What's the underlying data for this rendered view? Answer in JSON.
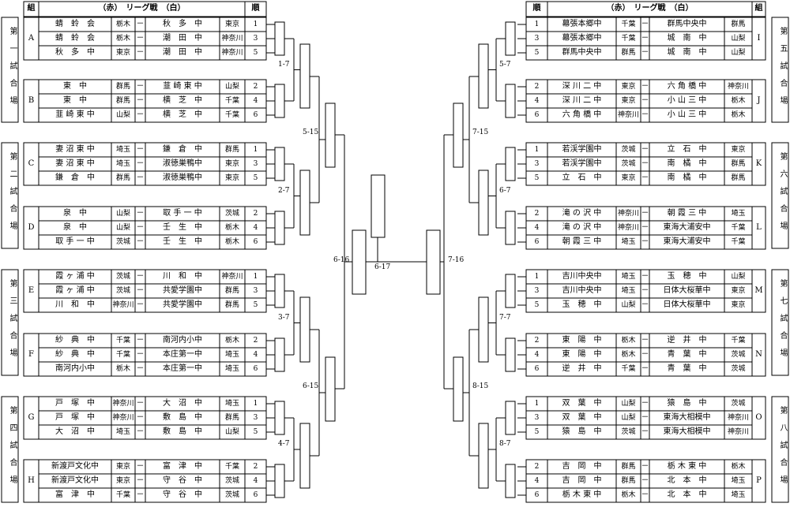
{
  "header": {
    "left": {
      "group": "組",
      "title": "（赤）　リーグ戦　（白）",
      "order": "順"
    },
    "right": {
      "group": "組",
      "title": "（赤）　リーグ戦　（白）",
      "order": "順"
    }
  },
  "venues": {
    "left": [
      "第一試合場",
      "第二試合場",
      "第三試合場",
      "第四試合場"
    ],
    "right": [
      "第五試合場",
      "第六試合場",
      "第七試合場",
      "第八試合場"
    ]
  },
  "dash": "－",
  "groups_left": [
    {
      "id": "A",
      "rows": [
        {
          "red": "蜻蛉会",
          "red_pref": "栃木",
          "white": "秋多中",
          "white_pref": "東京",
          "order": "1"
        },
        {
          "red": "蜻蛉会",
          "red_pref": "栃木",
          "white": "潮田中",
          "white_pref": "神奈川",
          "order": "3"
        },
        {
          "red": "秋多中",
          "red_pref": "東京",
          "white": "潮田中",
          "white_pref": "神奈川",
          "order": "5"
        }
      ]
    },
    {
      "id": "B",
      "rows": [
        {
          "red": "東中",
          "red_pref": "群馬",
          "white": "韮崎東中",
          "white_pref": "山梨",
          "order": "2"
        },
        {
          "red": "東中",
          "red_pref": "群馬",
          "white": "横芝中",
          "white_pref": "千葉",
          "order": "4"
        },
        {
          "red": "韮崎東中",
          "red_pref": "山梨",
          "white": "横芝中",
          "white_pref": "千葉",
          "order": "6"
        }
      ]
    },
    {
      "id": "C",
      "rows": [
        {
          "red": "妻沼東中",
          "red_pref": "埼玉",
          "white": "鎌倉中",
          "white_pref": "群馬",
          "order": "1"
        },
        {
          "red": "妻沼東中",
          "red_pref": "埼玉",
          "white": "淑徳巣鴨中",
          "white_pref": "東京",
          "order": "3"
        },
        {
          "red": "鎌倉中",
          "red_pref": "群馬",
          "white": "淑徳巣鴨中",
          "white_pref": "東京",
          "order": "5"
        }
      ]
    },
    {
      "id": "D",
      "rows": [
        {
          "red": "泉中",
          "red_pref": "山梨",
          "white": "取手一中",
          "white_pref": "茨城",
          "order": "2"
        },
        {
          "red": "泉中",
          "red_pref": "山梨",
          "white": "壬生中",
          "white_pref": "栃木",
          "order": "4"
        },
        {
          "red": "取手一中",
          "red_pref": "茨城",
          "white": "壬生中",
          "white_pref": "栃木",
          "order": "6"
        }
      ]
    },
    {
      "id": "E",
      "rows": [
        {
          "red": "霞ヶ浦中",
          "red_pref": "茨城",
          "white": "川和中",
          "white_pref": "神奈川",
          "order": "1"
        },
        {
          "red": "霞ヶ浦中",
          "red_pref": "茨城",
          "white": "共愛学園中",
          "white_pref": "群馬",
          "order": "3"
        },
        {
          "red": "川和中",
          "red_pref": "神奈川",
          "white": "共愛学園中",
          "white_pref": "群馬",
          "order": "5"
        }
      ]
    },
    {
      "id": "F",
      "rows": [
        {
          "red": "紗典中",
          "red_pref": "千葉",
          "white": "南河内小中",
          "white_pref": "栃木",
          "order": "2"
        },
        {
          "red": "紗典中",
          "red_pref": "千葉",
          "white": "本庄第一中",
          "white_pref": "埼玉",
          "order": "4"
        },
        {
          "red": "南河内小中",
          "red_pref": "栃木",
          "white": "本庄第一中",
          "white_pref": "埼玉",
          "order": "6"
        }
      ]
    },
    {
      "id": "G",
      "rows": [
        {
          "red": "戸塚中",
          "red_pref": "神奈川",
          "white": "大沼中",
          "white_pref": "埼玉",
          "order": "1"
        },
        {
          "red": "戸塚中",
          "red_pref": "神奈川",
          "white": "敷島中",
          "white_pref": "群馬",
          "order": "3"
        },
        {
          "red": "大沼中",
          "red_pref": "埼玉",
          "white": "敷島中",
          "white_pref": "山梨",
          "order": "5"
        }
      ]
    },
    {
      "id": "H",
      "rows": [
        {
          "red": "新渡戸文化中",
          "red_pref": "東京",
          "white": "富津中",
          "white_pref": "千葉",
          "order": "2"
        },
        {
          "red": "新渡戸文化中",
          "red_pref": "東京",
          "white": "守谷中",
          "white_pref": "茨城",
          "order": "4"
        },
        {
          "red": "富津中",
          "red_pref": "千葉",
          "white": "守谷中",
          "white_pref": "茨城",
          "order": "6"
        }
      ]
    }
  ],
  "groups_right": [
    {
      "id": "I",
      "rows": [
        {
          "order": "1",
          "red": "幕張本郷中",
          "red_pref": "千葉",
          "white": "群馬中央中",
          "white_pref": "群馬"
        },
        {
          "order": "3",
          "red": "幕張本郷中",
          "red_pref": "千葉",
          "white": "城南中",
          "white_pref": "山梨"
        },
        {
          "order": "5",
          "red": "群馬中央中",
          "red_pref": "群馬",
          "white": "城南中",
          "white_pref": "山梨"
        }
      ]
    },
    {
      "id": "J",
      "rows": [
        {
          "order": "2",
          "red": "深川二中",
          "red_pref": "東京",
          "white": "六角橋中",
          "white_pref": "神奈川"
        },
        {
          "order": "4",
          "red": "深川二中",
          "red_pref": "東京",
          "white": "小山三中",
          "white_pref": "栃木"
        },
        {
          "order": "6",
          "red": "六角橋中",
          "red_pref": "神奈川",
          "white": "小山三中",
          "white_pref": "栃木"
        }
      ]
    },
    {
      "id": "K",
      "rows": [
        {
          "order": "1",
          "red": "若渓学園中",
          "red_pref": "茨城",
          "white": "立石中",
          "white_pref": "東京"
        },
        {
          "order": "3",
          "red": "若渓学園中",
          "red_pref": "茨城",
          "white": "南橘中",
          "white_pref": "群馬"
        },
        {
          "order": "5",
          "red": "立石中",
          "red_pref": "東京",
          "white": "南橘中",
          "white_pref": "群馬"
        }
      ]
    },
    {
      "id": "L",
      "rows": [
        {
          "order": "2",
          "red": "滝の沢中",
          "red_pref": "神奈川",
          "white": "朝霞三中",
          "white_pref": "埼玉"
        },
        {
          "order": "4",
          "red": "滝の沢中",
          "red_pref": "神奈川",
          "white": "東海大浦安中",
          "white_pref": "千葉"
        },
        {
          "order": "6",
          "red": "朝霞三中",
          "red_pref": "埼玉",
          "white": "東海大浦安中",
          "white_pref": "千葉"
        }
      ]
    },
    {
      "id": "M",
      "rows": [
        {
          "order": "1",
          "red": "吉川中央中",
          "red_pref": "埼玉",
          "white": "玉穂中",
          "white_pref": "山梨"
        },
        {
          "order": "3",
          "red": "吉川中央中",
          "red_pref": "埼玉",
          "white": "日体大桜華中",
          "white_pref": "東京"
        },
        {
          "order": "5",
          "red": "玉穂中",
          "red_pref": "山梨",
          "white": "日体大桜華中",
          "white_pref": "東京"
        }
      ]
    },
    {
      "id": "N",
      "rows": [
        {
          "order": "2",
          "red": "東陽中",
          "red_pref": "栃木",
          "white": "逆井中",
          "white_pref": "千葉"
        },
        {
          "order": "4",
          "red": "東陽中",
          "red_pref": "栃木",
          "white": "青葉中",
          "white_pref": "茨城"
        },
        {
          "order": "6",
          "red": "逆井中",
          "red_pref": "千葉",
          "white": "青葉中",
          "white_pref": "茨城"
        }
      ]
    },
    {
      "id": "O",
      "rows": [
        {
          "order": "1",
          "red": "双葉中",
          "red_pref": "山梨",
          "white": "猿島中",
          "white_pref": "茨城"
        },
        {
          "order": "3",
          "red": "双葉中",
          "red_pref": "山梨",
          "white": "東海大相模中",
          "white_pref": "神奈川"
        },
        {
          "order": "5",
          "red": "猿島中",
          "red_pref": "茨城",
          "white": "東海大相模中",
          "white_pref": "神奈川"
        }
      ]
    },
    {
      "id": "P",
      "rows": [
        {
          "order": "2",
          "red": "吉岡中",
          "red_pref": "群馬",
          "white": "栃木東中",
          "white_pref": "栃木"
        },
        {
          "order": "4",
          "red": "吉岡中",
          "red_pref": "群馬",
          "white": "北本中",
          "white_pref": "埼玉"
        },
        {
          "order": "6",
          "red": "栃木東中",
          "red_pref": "栃木",
          "white": "北本中",
          "white_pref": "埼玉"
        }
      ]
    }
  ],
  "bracket_labels": {
    "left": [
      "1-7",
      "5-15",
      "2-7",
      "3-7",
      "6-15",
      "4-7",
      "6-16"
    ],
    "center": "6-17",
    "right": [
      "5-7",
      "7-15",
      "6-7",
      "7-7",
      "8-15",
      "8-7",
      "7-16"
    ]
  }
}
